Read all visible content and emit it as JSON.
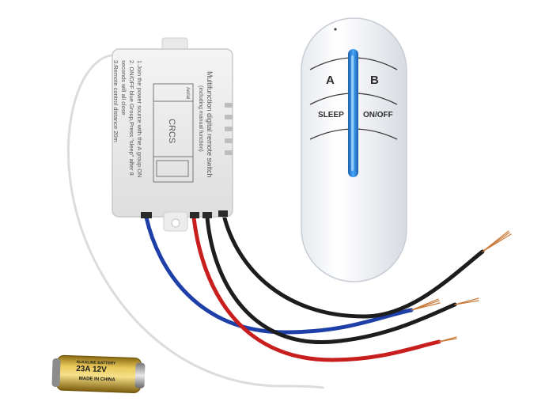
{
  "remote": {
    "button_a": "A",
    "button_b": "B",
    "button_sleep": "SLEEP",
    "button_onoff": "ON/OFF",
    "accent_color": "#2a86d8"
  },
  "module": {
    "title": "Multifunction digital remote switch",
    "subtitle": "(including manual function)",
    "instruction_1": "1.Join the power source with the A group ON",
    "instruction_2": "2. ON/OFF blue Group,Press \"sleep\" after 8",
    "instruction_2b": "seconds will all close",
    "instruction_3": "3.Remote control distance 20m",
    "board_label": "CRCS",
    "antenna_label": "Aerial",
    "body_color": "#ececec"
  },
  "battery": {
    "brand": "ALKALINE BATTERY",
    "model": "23A 12V",
    "origin": "MADE IN CHINA",
    "color": "#c9a227"
  },
  "wires": {
    "colors": [
      "#c81e1e",
      "#1d1d1d",
      "#1f3fa8",
      "#e8e8e8"
    ]
  }
}
